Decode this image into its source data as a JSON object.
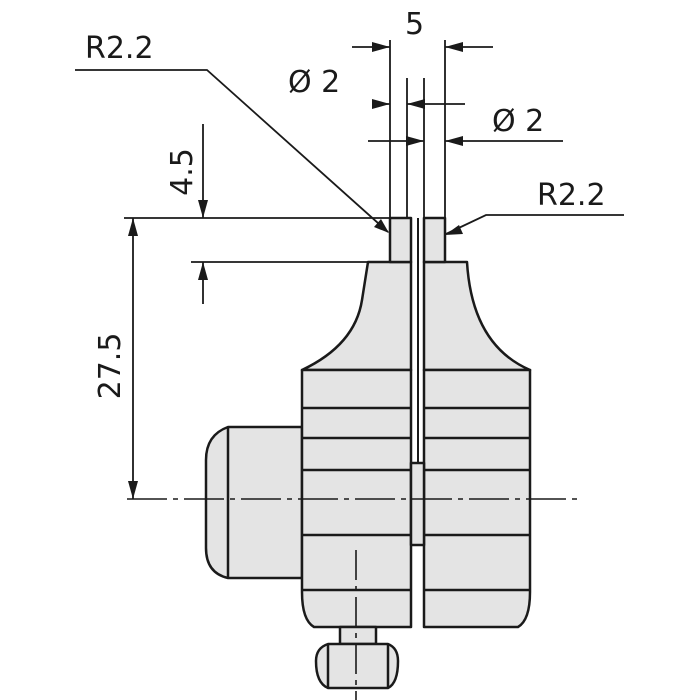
{
  "drawing": {
    "dimensions": {
      "width_label": "5",
      "diameter_left": "Ø 2",
      "diameter_right": "Ø 2",
      "radius_left": "R2.2",
      "radius_right": "R2.2",
      "tip_height": "4.5",
      "overall_height": "27.5"
    },
    "colors": {
      "body_fill": "#e4e4e4",
      "line": "#1a1a1a",
      "background": "#ffffff"
    }
  }
}
